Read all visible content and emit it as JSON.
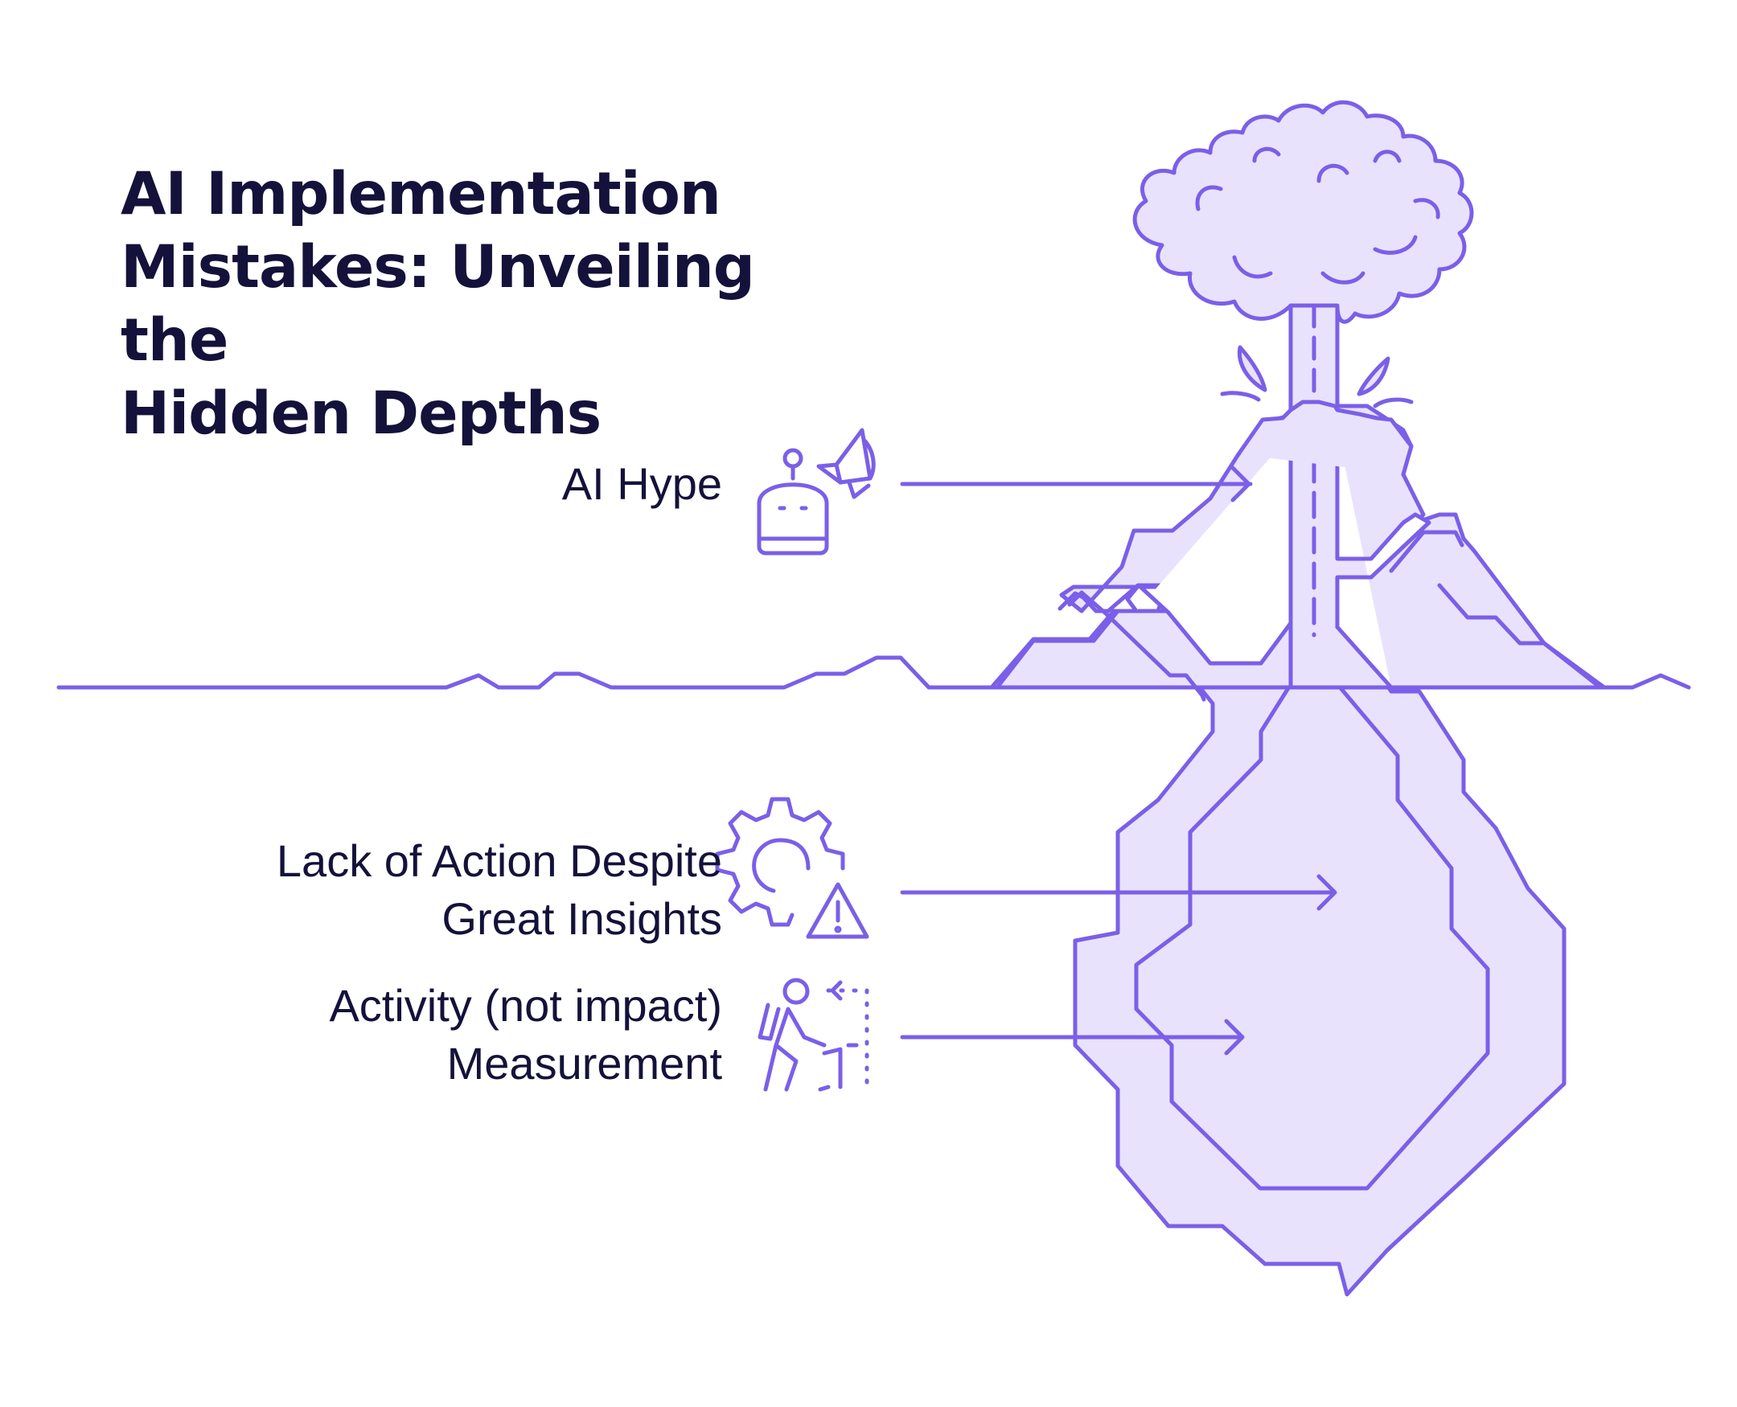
{
  "title": {
    "line1": "AI Implementation",
    "line2": "Mistakes: Unveiling the",
    "line3": "Hidden Depths"
  },
  "items": [
    {
      "line1": "AI Hype",
      "line2": "",
      "icon": "robot-megaphone-icon"
    },
    {
      "line1": "Lack of Action Despite",
      "line2": "Great Insights",
      "icon": "gear-warning-icon"
    },
    {
      "line1": "Activity (not impact)",
      "line2": "Measurement",
      "icon": "hiker-signpost-icon"
    }
  ],
  "colors": {
    "stroke": "#7b5fe8",
    "fill": "#e9e2fd",
    "text": "#14123a",
    "background": "#ffffff"
  }
}
